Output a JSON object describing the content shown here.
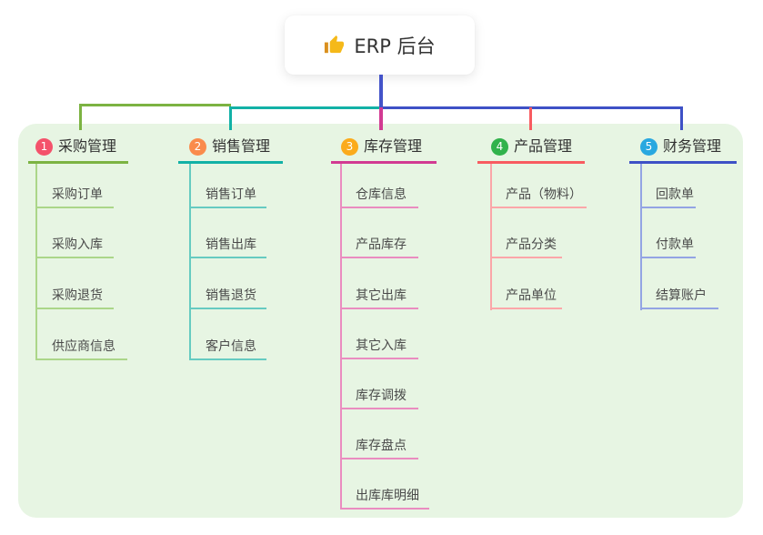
{
  "root": {
    "icon": "thumbs-up",
    "title": "ERP 后台"
  },
  "branches": [
    {
      "num": "1",
      "title": "采购管理",
      "badge_color": "#f4526b",
      "line_color": "#7cb342",
      "child_line_color": "#abd689",
      "children": [
        "采购订单",
        "采购入库",
        "采购退货",
        "供应商信息"
      ]
    },
    {
      "num": "2",
      "title": "销售管理",
      "badge_color": "#fa8b4c",
      "line_color": "#12b1a6",
      "child_line_color": "#66cbc1",
      "children": [
        "销售订单",
        "销售出库",
        "销售退货",
        "客户信息"
      ]
    },
    {
      "num": "3",
      "title": "库存管理",
      "badge_color": "#fbab1c",
      "line_color": "#d23a92",
      "child_line_color": "#ea8cc0",
      "children": [
        "仓库信息",
        "产品库存",
        "其它出库",
        "其它入库",
        "库存调拨",
        "库存盘点",
        "出库库明细"
      ]
    },
    {
      "num": "4",
      "title": "产品管理",
      "badge_color": "#31b24b",
      "line_color": "#f85b60",
      "child_line_color": "#fba6a9",
      "children": [
        "产品（物料）",
        "产品分类",
        "产品单位"
      ]
    },
    {
      "num": "5",
      "title": "财务管理",
      "badge_color": "#29a8e0",
      "line_color": "#3e51c6",
      "child_line_color": "#93a4e4",
      "children": [
        "回款单",
        "付款单",
        "结算账户"
      ]
    }
  ],
  "colors": {
    "page_bg": "#ffffff",
    "panel_bg": "#e7f5e3",
    "root_stem": "#4353c9",
    "root_icon_gold": "#f5b919"
  }
}
